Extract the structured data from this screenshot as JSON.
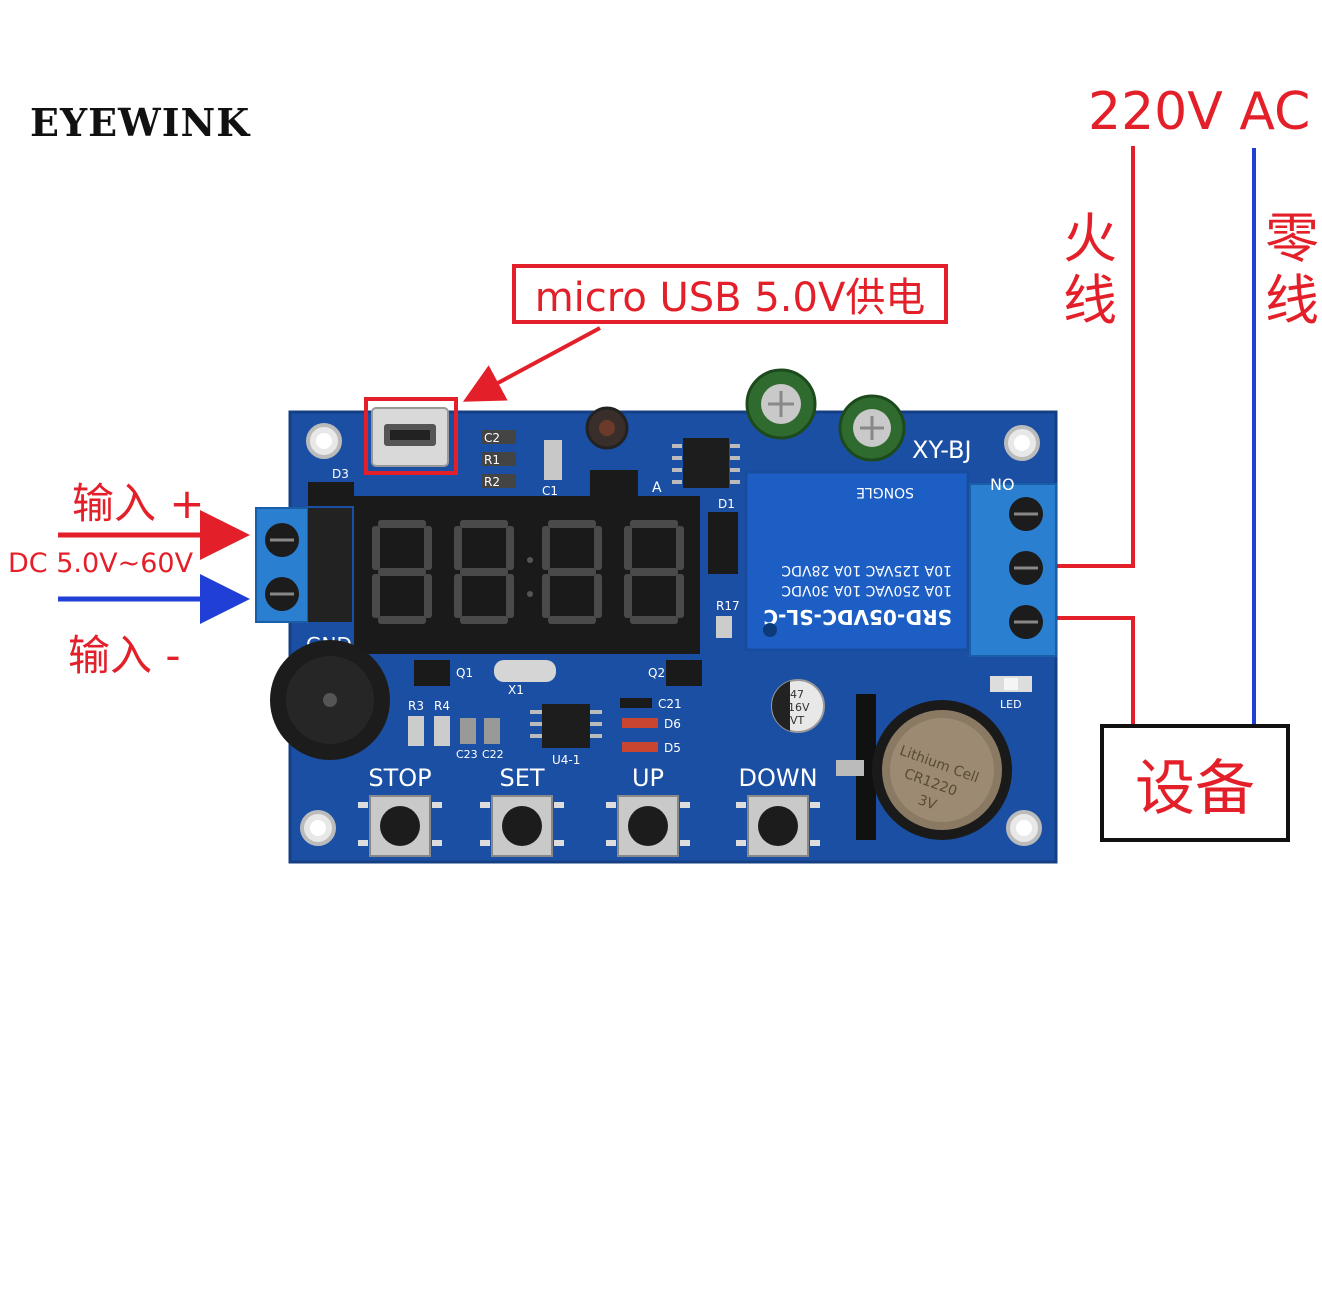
{
  "brand": "EYEWINK",
  "labels": {
    "usb_power": "micro USB 5.0V供电",
    "ac_voltage": "220V AC",
    "live_wire": "火线",
    "neutral_wire": "零线",
    "input_plus": "输入 +",
    "input_minus": "输入 -",
    "dc_range": "DC 5.0V~60V",
    "device": "设备"
  },
  "board": {
    "model": "XY-BJ",
    "buttons": [
      "STOP",
      "SET",
      "UP",
      "DOWN"
    ],
    "gnd": "GND",
    "no": "NO",
    "led": "LED",
    "relay": {
      "model": "SRD-05VDC-SL-C",
      "rating1": "10A 250VAC  10A 30VDC",
      "rating2": "10A 125VAC  10A 28VDC",
      "brand": "SONGLE"
    },
    "battery": {
      "line1": "Lithium Cell",
      "line2": "CR1220",
      "line3": "3V"
    },
    "cap": {
      "line1": "47",
      "line2": "16V",
      "line3": "VT"
    },
    "components": {
      "d3": "D3",
      "d1": "D1",
      "r17": "R17",
      "q1": "Q1",
      "q2": "Q2",
      "x1": "X1",
      "r3": "R3",
      "r4": "R4",
      "c23": "C23",
      "c22": "C22",
      "u41": "U4-1",
      "c21": "C21",
      "d6": "D6",
      "d5": "D5",
      "c2": "C2",
      "r1": "R1",
      "r2": "R2",
      "c1": "C1",
      "a": "A"
    }
  },
  "colors": {
    "annotation_red": "#e3202a",
    "wire_blue": "#1f3fd6",
    "pcb_blue": "#1b4fa3",
    "terminal_blue": "#2a7fd0"
  }
}
